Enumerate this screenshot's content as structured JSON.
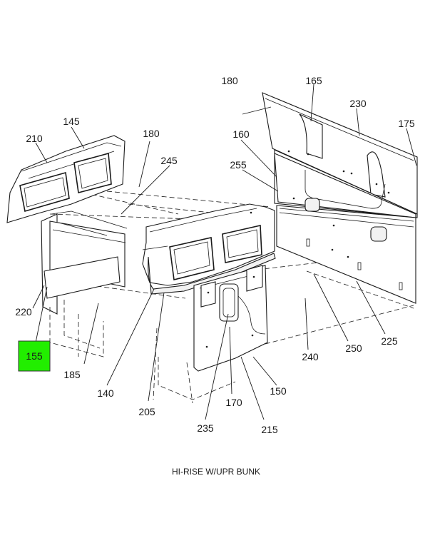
{
  "caption": "HI-RISE W/UPR BUNK",
  "highlight_color": "#22ee00",
  "callouts": {
    "c155": "155",
    "c180_top": "180",
    "c165": "165",
    "c230": "230",
    "c175": "175",
    "c160": "160",
    "c255": "255",
    "c145": "145",
    "c210": "210",
    "c180_left": "180",
    "c245": "245",
    "c220": "220",
    "c185": "185",
    "c140": "140",
    "c205": "205",
    "c235": "235",
    "c170": "170",
    "c215": "215",
    "c150": "150",
    "c240": "240",
    "c250": "250",
    "c225": "225"
  }
}
